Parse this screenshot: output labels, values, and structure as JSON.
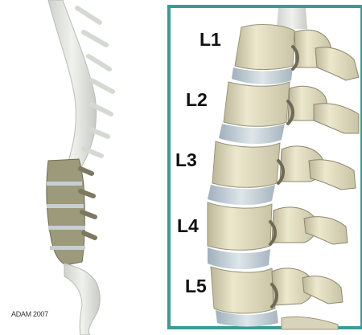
{
  "credit": "ADAM 2007",
  "vertebra_labels": [
    "L1",
    "L2",
    "L3",
    "L4",
    "L5"
  ],
  "colors": {
    "frame": "#3a9a98",
    "bone": "#e4e0c4",
    "bone_shadow": "#a9a48a",
    "disc": "#b9c6cf",
    "spine_light": "#e9ebe6"
  }
}
